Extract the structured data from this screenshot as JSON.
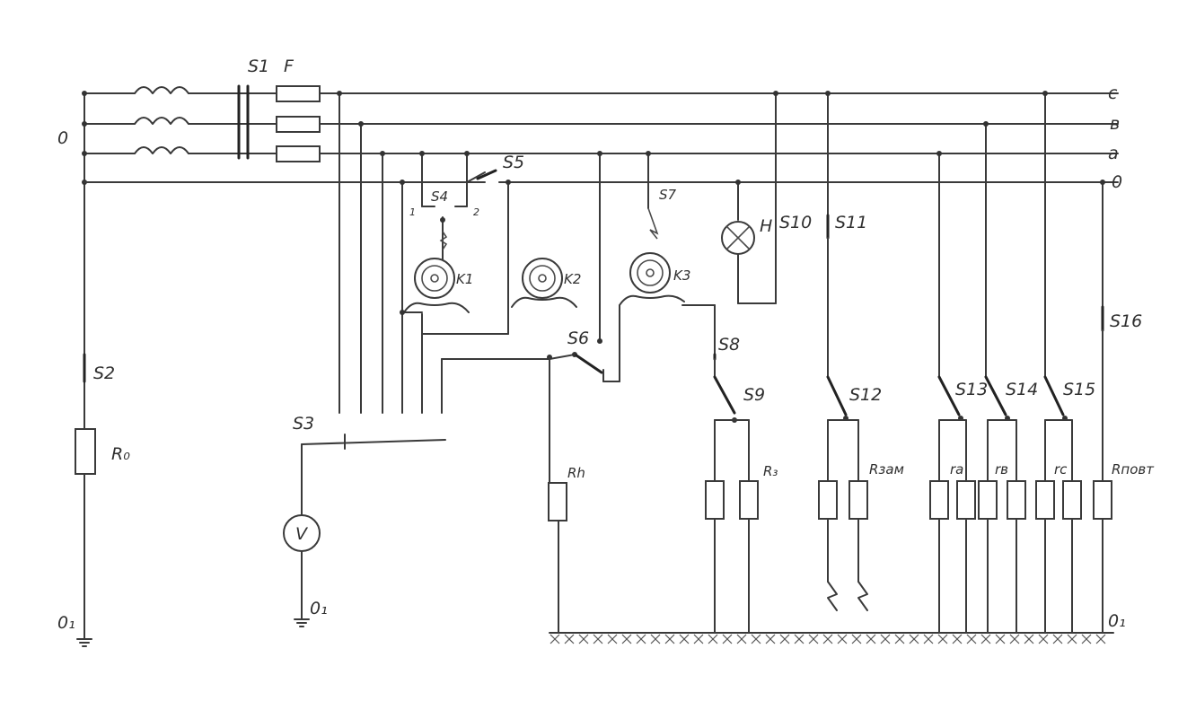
{
  "labels": {
    "bus_c": "c",
    "bus_b": "в",
    "bus_a": "a",
    "bus_0": "0",
    "neutral_left": "0",
    "s1": "S1",
    "fuse": "F",
    "s2": "S2",
    "r0": "R₀",
    "s3": "S3",
    "voltmeter": "V",
    "ground1": "0₁",
    "ground2": "0₁",
    "ground3": "0₁",
    "s4": "S4",
    "s4_pos1": "1",
    "s4_pos2": "2",
    "s5": "S5",
    "s6": "S6",
    "s7": "S7",
    "s8": "S8",
    "s9": "S9",
    "s10": "S10",
    "s11": "S11",
    "s12": "S12",
    "s13": "S13",
    "s14": "S14",
    "s15": "S15",
    "s16": "S16",
    "k1": "K1",
    "k2": "K2",
    "k3": "K3",
    "lamp": "H",
    "rh": "Rh",
    "r3": "R₃",
    "rzam": "Rзам",
    "ra": "rа",
    "rb": "rв",
    "rc": "rс",
    "rpovt": "Rповт"
  }
}
